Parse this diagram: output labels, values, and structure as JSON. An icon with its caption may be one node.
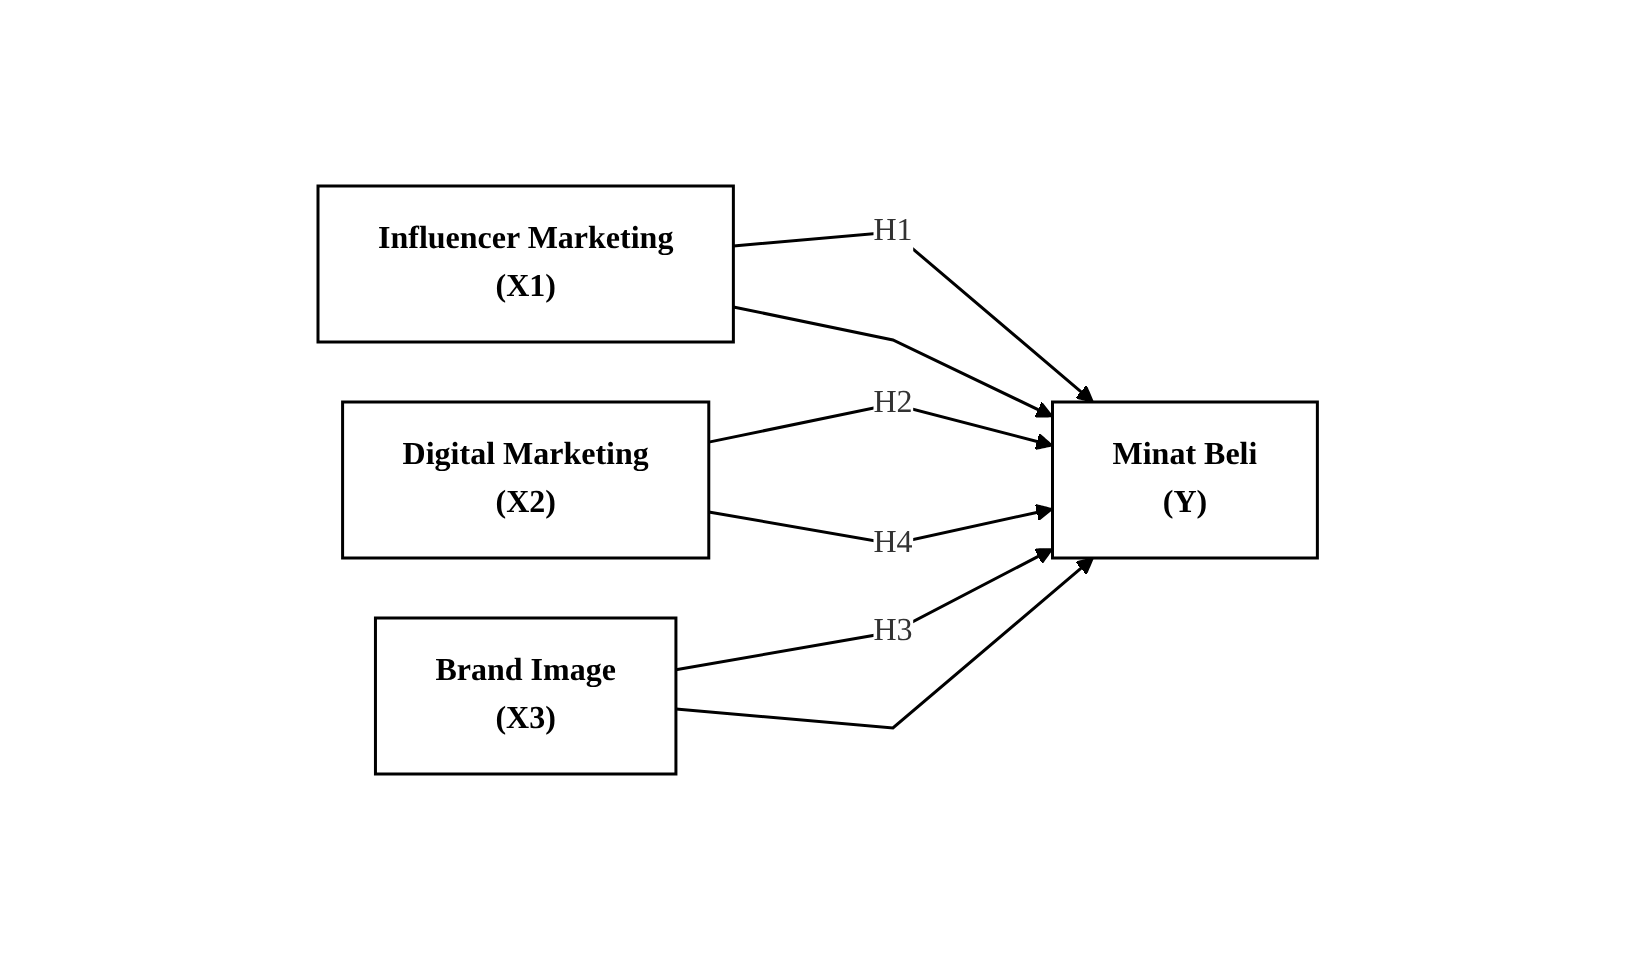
{
  "diagram": {
    "nodes": [
      {
        "text": [
          "Influencer Marketing",
          "(X1)"
        ]
      },
      {
        "text": [
          "Digital Marketing",
          "(X2)"
        ]
      },
      {
        "text": [
          "Brand Image",
          "(X3)"
        ]
      },
      {
        "text": [
          "Minat Beli",
          "(Y)"
        ]
      }
    ],
    "edges": [
      {
        "from": 0,
        "to": 3,
        "arrow": "to",
        "label": "H1"
      },
      {
        "from": 1,
        "to": 3,
        "arrow": "to",
        "label": "H2"
      },
      {
        "from": 2,
        "to": 3,
        "arrow": "to",
        "label": "H3"
      },
      {
        "from": 0,
        "to": 3,
        "arrow": "to"
      },
      {
        "from": 1,
        "to": 3,
        "arrow": "to",
        "label": "H4"
      },
      {
        "from": 2,
        "to": 3,
        "arrow": "to"
      }
    ]
  }
}
